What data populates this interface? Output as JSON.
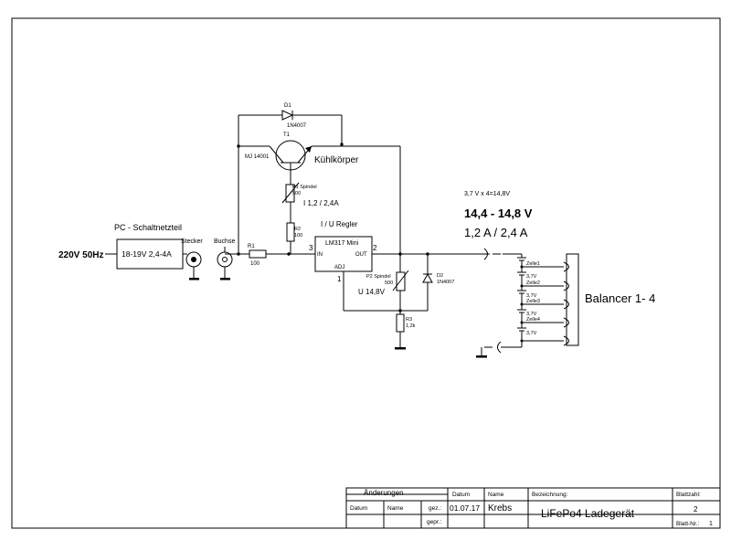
{
  "schematic": {
    "input_voltage": "220V 50Hz",
    "psu_title": "PC - Schaltnetzteil",
    "psu_rating": "18-19V 2,4-4A",
    "plug_label": "Stecker",
    "socket_label": "Buchse",
    "r1_name": "R1",
    "r1_value": "100",
    "d1_name": "D1",
    "d1_type": "1N4007",
    "t1_name": "T1",
    "t1_type": "MJ 14001",
    "heatsink": "Kühlkörper",
    "p1_name": "P1 Spindel",
    "p1_value": "500",
    "current_setting": "I 1,2 / 2,4A",
    "r2_name": "R2",
    "r2_value": "100",
    "regulator_title": "I / U Regler",
    "ic_name": "LM317 Mini",
    "ic_in": "IN",
    "ic_out": "OUT",
    "ic_adj": "ADJ",
    "pin_in": "3",
    "pin_out": "2",
    "pin_adj": "1",
    "p2_name": "P2 Spindel",
    "p2_value": "500",
    "voltage_setting": "U 14,8V",
    "d2_name": "D2",
    "d2_type": "1N4007",
    "r3_name": "R3",
    "r3_value": "1,2k",
    "calc": "3,7 V x 4=14,8V",
    "voltage_range": "14,4 - 14,8 V",
    "current_range": "1,2 A / 2,4 A",
    "cells": [
      "Zelle1",
      "Zelle2",
      "Zelle3",
      "Zelle4"
    ],
    "cell_voltage": "3,7V",
    "balancer": "Balancer 1- 4"
  },
  "title_block": {
    "changes_header": "Änderungen",
    "col_date": "Datum",
    "col_name": "Name",
    "row_drawn": "gez.:",
    "row_checked": "gepr.:",
    "date_header": "Datum",
    "name_header": "Name",
    "date_value": "01.07.17",
    "name_value": "Krebs",
    "designation_label": "Bezeichnung:",
    "designation": "LiFePo4 Ladegerät",
    "sheet_count_label": "Blattzahl:",
    "sheet_count": "2",
    "sheet_no_label": "Blatt-Nr.:",
    "sheet_no": "1"
  }
}
